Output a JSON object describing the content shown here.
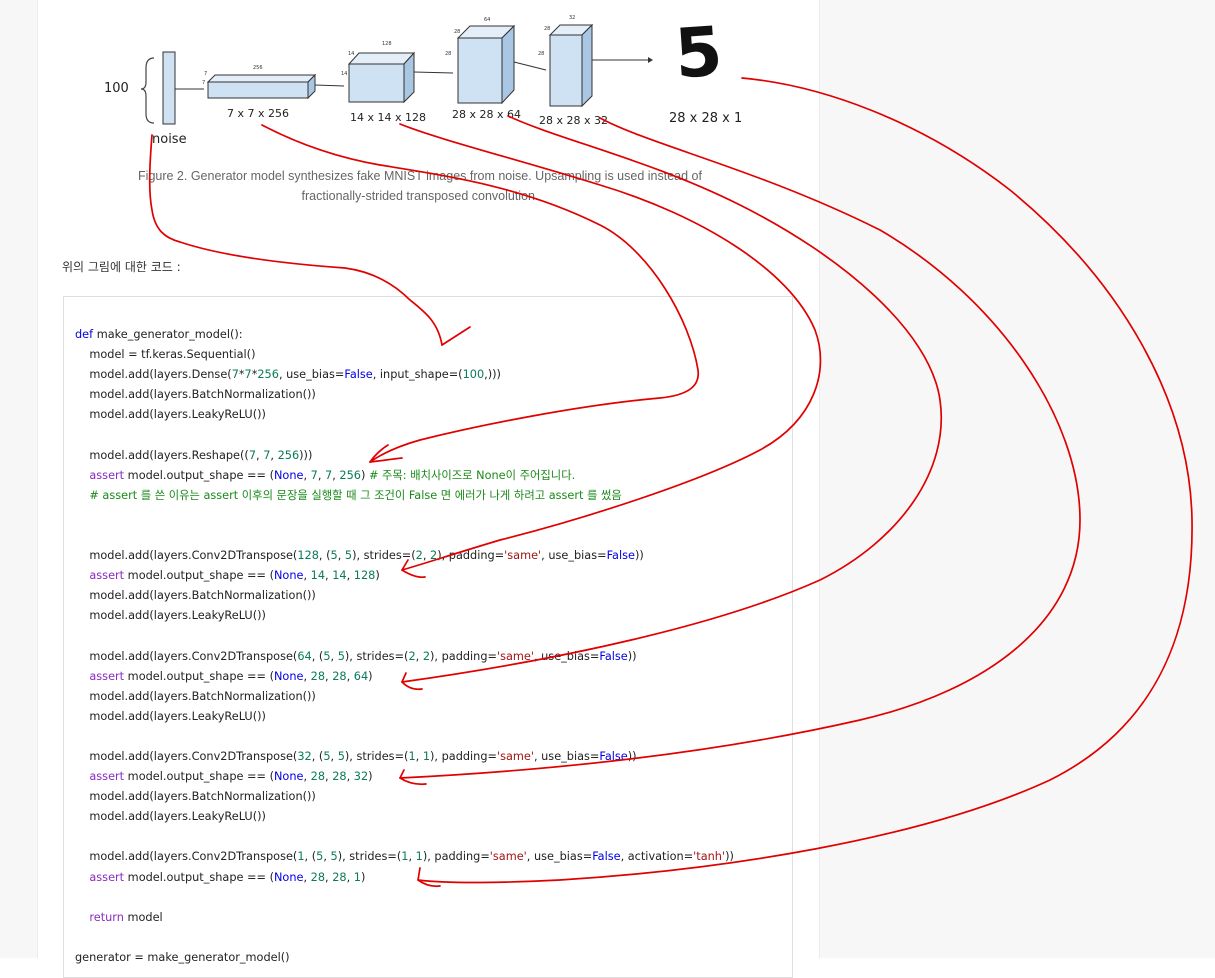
{
  "figure": {
    "noise_dim": "100",
    "noise_label": "noise",
    "layers": [
      {
        "label": "7 x 7 x 256",
        "dims": [
          "7",
          "7",
          "256"
        ]
      },
      {
        "label": "14 x 14 x 128",
        "dims": [
          "14",
          "14",
          "128"
        ]
      },
      {
        "label": "28 x 28 x 64",
        "dims": [
          "28",
          "28",
          "64"
        ]
      },
      {
        "label": "28 x 28 x 32",
        "dims": [
          "28",
          "28",
          "32"
        ]
      }
    ],
    "output_digit": "5",
    "output_label": "28 x 28 x 1",
    "caption": "Figure 2. Generator model synthesizes fake MNIST images from noise. Upsampling is used instead of fractionally-strided transposed convolution."
  },
  "intro_text": "위의 그림에 대한 코드 :",
  "code_lines": [
    [
      {
        "t": "def ",
        "c": "kwb"
      },
      {
        "t": "make_generator_model():",
        "c": ""
      }
    ],
    [
      {
        "t": "    model = tf.keras.Sequential()",
        "c": ""
      }
    ],
    [
      {
        "t": "    model.add(layers.Dense(",
        "c": ""
      },
      {
        "t": "7",
        "c": "num"
      },
      {
        "t": "*",
        "c": ""
      },
      {
        "t": "7",
        "c": "num"
      },
      {
        "t": "*",
        "c": ""
      },
      {
        "t": "256",
        "c": "num"
      },
      {
        "t": ", use_bias=",
        "c": ""
      },
      {
        "t": "False",
        "c": "const"
      },
      {
        "t": ", input_shape=(",
        "c": ""
      },
      {
        "t": "100",
        "c": "num"
      },
      {
        "t": ",)))",
        "c": ""
      }
    ],
    [
      {
        "t": "    model.add(layers.BatchNormalization())",
        "c": ""
      }
    ],
    [
      {
        "t": "    model.add(layers.LeakyReLU())",
        "c": ""
      }
    ],
    [
      {
        "t": "",
        "c": ""
      }
    ],
    [
      {
        "t": "    model.add(layers.Reshape((",
        "c": ""
      },
      {
        "t": "7",
        "c": "num"
      },
      {
        "t": ", ",
        "c": ""
      },
      {
        "t": "7",
        "c": "num"
      },
      {
        "t": ", ",
        "c": ""
      },
      {
        "t": "256",
        "c": "num"
      },
      {
        "t": ")))",
        "c": ""
      }
    ],
    [
      {
        "t": "    ",
        "c": ""
      },
      {
        "t": "assert",
        "c": "kw"
      },
      {
        "t": " model.output_shape == (",
        "c": ""
      },
      {
        "t": "None",
        "c": "const"
      },
      {
        "t": ", ",
        "c": ""
      },
      {
        "t": "7",
        "c": "num"
      },
      {
        "t": ", ",
        "c": ""
      },
      {
        "t": "7",
        "c": "num"
      },
      {
        "t": ", ",
        "c": ""
      },
      {
        "t": "256",
        "c": "num"
      },
      {
        "t": ") ",
        "c": ""
      },
      {
        "t": "# 주목: 배치사이즈로 None이 주어집니다.",
        "c": "cmt"
      }
    ],
    [
      {
        "t": "    ",
        "c": ""
      },
      {
        "t": "# assert 를 쓴 이유는 assert 이후의 문장을 실행할 때 그 조건이 False 면 에러가 나게 하려고 assert 를 썼음",
        "c": "cmt"
      }
    ],
    [
      {
        "t": "",
        "c": ""
      }
    ],
    [
      {
        "t": "",
        "c": ""
      }
    ],
    [
      {
        "t": "    model.add(layers.Conv2DTranspose(",
        "c": ""
      },
      {
        "t": "128",
        "c": "num"
      },
      {
        "t": ", (",
        "c": ""
      },
      {
        "t": "5",
        "c": "num"
      },
      {
        "t": ", ",
        "c": ""
      },
      {
        "t": "5",
        "c": "num"
      },
      {
        "t": "), strides=(",
        "c": ""
      },
      {
        "t": "2",
        "c": "num"
      },
      {
        "t": ", ",
        "c": ""
      },
      {
        "t": "2",
        "c": "num"
      },
      {
        "t": "), padding=",
        "c": ""
      },
      {
        "t": "'same'",
        "c": "str"
      },
      {
        "t": ", use_bias=",
        "c": ""
      },
      {
        "t": "False",
        "c": "const"
      },
      {
        "t": "))",
        "c": ""
      }
    ],
    [
      {
        "t": "    ",
        "c": ""
      },
      {
        "t": "assert",
        "c": "kw"
      },
      {
        "t": " model.output_shape == (",
        "c": ""
      },
      {
        "t": "None",
        "c": "const"
      },
      {
        "t": ", ",
        "c": ""
      },
      {
        "t": "14",
        "c": "num"
      },
      {
        "t": ", ",
        "c": ""
      },
      {
        "t": "14",
        "c": "num"
      },
      {
        "t": ", ",
        "c": ""
      },
      {
        "t": "128",
        "c": "num"
      },
      {
        "t": ")",
        "c": ""
      }
    ],
    [
      {
        "t": "    model.add(layers.BatchNormalization())",
        "c": ""
      }
    ],
    [
      {
        "t": "    model.add(layers.LeakyReLU())",
        "c": ""
      }
    ],
    [
      {
        "t": "",
        "c": ""
      }
    ],
    [
      {
        "t": "    model.add(layers.Conv2DTranspose(",
        "c": ""
      },
      {
        "t": "64",
        "c": "num"
      },
      {
        "t": ", (",
        "c": ""
      },
      {
        "t": "5",
        "c": "num"
      },
      {
        "t": ", ",
        "c": ""
      },
      {
        "t": "5",
        "c": "num"
      },
      {
        "t": "), strides=(",
        "c": ""
      },
      {
        "t": "2",
        "c": "num"
      },
      {
        "t": ", ",
        "c": ""
      },
      {
        "t": "2",
        "c": "num"
      },
      {
        "t": "), padding=",
        "c": ""
      },
      {
        "t": "'same'",
        "c": "str"
      },
      {
        "t": ", use_bias=",
        "c": ""
      },
      {
        "t": "False",
        "c": "const"
      },
      {
        "t": "))",
        "c": ""
      }
    ],
    [
      {
        "t": "    ",
        "c": ""
      },
      {
        "t": "assert",
        "c": "kw"
      },
      {
        "t": " model.output_shape == (",
        "c": ""
      },
      {
        "t": "None",
        "c": "const"
      },
      {
        "t": ", ",
        "c": ""
      },
      {
        "t": "28",
        "c": "num"
      },
      {
        "t": ", ",
        "c": ""
      },
      {
        "t": "28",
        "c": "num"
      },
      {
        "t": ", ",
        "c": ""
      },
      {
        "t": "64",
        "c": "num"
      },
      {
        "t": ")",
        "c": ""
      }
    ],
    [
      {
        "t": "    model.add(layers.BatchNormalization())",
        "c": ""
      }
    ],
    [
      {
        "t": "    model.add(layers.LeakyReLU())",
        "c": ""
      }
    ],
    [
      {
        "t": "",
        "c": ""
      }
    ],
    [
      {
        "t": "    model.add(layers.Conv2DTranspose(",
        "c": ""
      },
      {
        "t": "32",
        "c": "num"
      },
      {
        "t": ", (",
        "c": ""
      },
      {
        "t": "5",
        "c": "num"
      },
      {
        "t": ", ",
        "c": ""
      },
      {
        "t": "5",
        "c": "num"
      },
      {
        "t": "), strides=(",
        "c": ""
      },
      {
        "t": "1",
        "c": "num"
      },
      {
        "t": ", ",
        "c": ""
      },
      {
        "t": "1",
        "c": "num"
      },
      {
        "t": "), padding=",
        "c": ""
      },
      {
        "t": "'same'",
        "c": "str"
      },
      {
        "t": ", use_bias=",
        "c": ""
      },
      {
        "t": "False",
        "c": "const"
      },
      {
        "t": "))",
        "c": ""
      }
    ],
    [
      {
        "t": "    ",
        "c": ""
      },
      {
        "t": "assert",
        "c": "kw"
      },
      {
        "t": " model.output_shape == (",
        "c": ""
      },
      {
        "t": "None",
        "c": "const"
      },
      {
        "t": ", ",
        "c": ""
      },
      {
        "t": "28",
        "c": "num"
      },
      {
        "t": ", ",
        "c": ""
      },
      {
        "t": "28",
        "c": "num"
      },
      {
        "t": ", ",
        "c": ""
      },
      {
        "t": "32",
        "c": "num"
      },
      {
        "t": ")",
        "c": ""
      }
    ],
    [
      {
        "t": "    model.add(layers.BatchNormalization())",
        "c": ""
      }
    ],
    [
      {
        "t": "    model.add(layers.LeakyReLU())",
        "c": ""
      }
    ],
    [
      {
        "t": "",
        "c": ""
      }
    ],
    [
      {
        "t": "    model.add(layers.Conv2DTranspose(",
        "c": ""
      },
      {
        "t": "1",
        "c": "num"
      },
      {
        "t": ", (",
        "c": ""
      },
      {
        "t": "5",
        "c": "num"
      },
      {
        "t": ", ",
        "c": ""
      },
      {
        "t": "5",
        "c": "num"
      },
      {
        "t": "), strides=(",
        "c": ""
      },
      {
        "t": "1",
        "c": "num"
      },
      {
        "t": ", ",
        "c": ""
      },
      {
        "t": "1",
        "c": "num"
      },
      {
        "t": "), padding=",
        "c": ""
      },
      {
        "t": "'same'",
        "c": "str"
      },
      {
        "t": ", use_bias=",
        "c": ""
      },
      {
        "t": "False",
        "c": "const"
      },
      {
        "t": ", activation=",
        "c": ""
      },
      {
        "t": "'tanh'",
        "c": "str"
      },
      {
        "t": "))",
        "c": ""
      }
    ],
    [
      {
        "t": "    ",
        "c": ""
      },
      {
        "t": "assert",
        "c": "kw"
      },
      {
        "t": " model.output_shape == (",
        "c": ""
      },
      {
        "t": "None",
        "c": "const"
      },
      {
        "t": ", ",
        "c": ""
      },
      {
        "t": "28",
        "c": "num"
      },
      {
        "t": ", ",
        "c": ""
      },
      {
        "t": "28",
        "c": "num"
      },
      {
        "t": ", ",
        "c": ""
      },
      {
        "t": "1",
        "c": "num"
      },
      {
        "t": ")",
        "c": ""
      }
    ],
    [
      {
        "t": "",
        "c": ""
      }
    ],
    [
      {
        "t": "    ",
        "c": ""
      },
      {
        "t": "return",
        "c": "kw"
      },
      {
        "t": " model",
        "c": ""
      }
    ],
    [
      {
        "t": "",
        "c": ""
      }
    ],
    [
      {
        "t": "generator = make_generator_model()",
        "c": ""
      }
    ]
  ],
  "colors": {
    "annotation": "#e00000",
    "block_fill": "#cfe2f3",
    "block_stroke": "#333333",
    "keyword_purple": "#8a2bc2",
    "keyword_blue": "#0000e6",
    "number_green": "#0a7a5a",
    "string_red": "#a31515",
    "comment_green": "#1a8a1a"
  }
}
